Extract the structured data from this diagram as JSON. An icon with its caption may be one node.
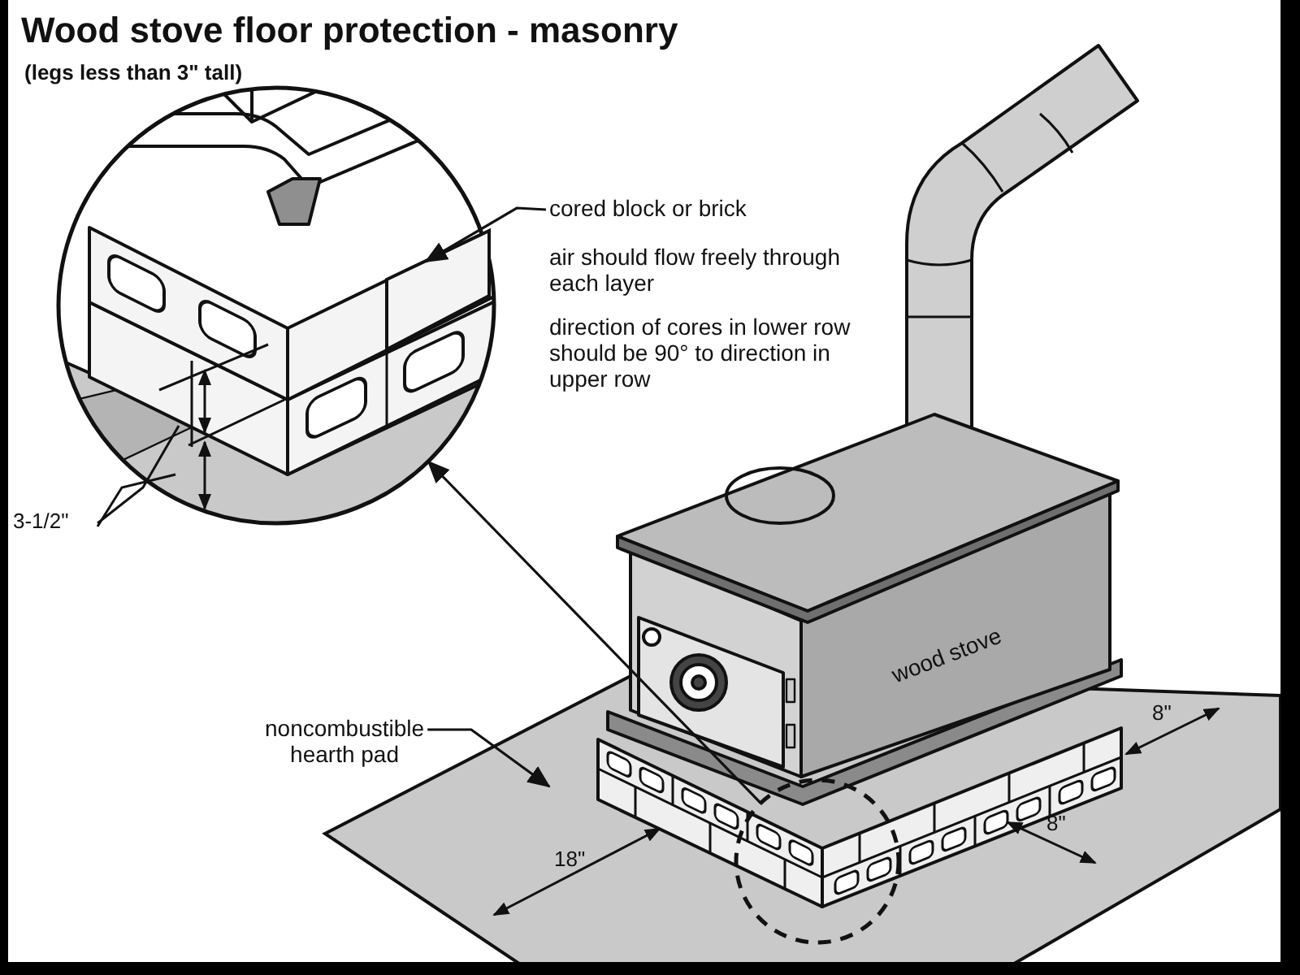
{
  "diagram": {
    "title": "Wood stove floor protection - masonry",
    "nodes": [
      {
        "text": [],
        "shape": "circle"
      },
      {
        "text": [],
        "shape": "box",
        "in": 0
      },
      {
        "text": [],
        "shape": "circle"
      },
      {
        "text": [
          "cored block or brick"
        ]
      },
      {
        "text": [
          "noncombustible hearth pad"
        ]
      }
    ],
    "edges": [
      {
        "from": 2,
        "to": 0,
        "arrow": "to"
      },
      {
        "from": 3,
        "to": 1,
        "arrow": "to"
      },
      {
        "from": 4,
        "to": null,
        "arrow": "to"
      }
    ],
    "labels": [
      "(legs less than 3\" tall)",
      "air should flow freely through each layer",
      "direction of cores in lower row should be 90° to direction in upper row",
      "3-1/2\"",
      "wood stove",
      "8\"",
      "8\"",
      "18\""
    ]
  }
}
